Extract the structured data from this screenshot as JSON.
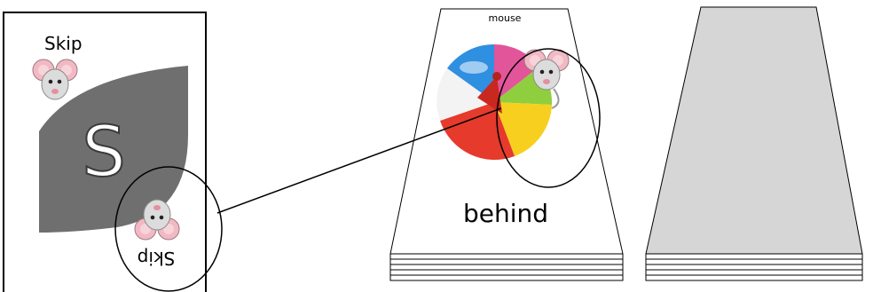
{
  "skip_card": {
    "top_label": "Skip",
    "center_symbol": "S",
    "bottom_label": "Skip"
  },
  "picture_card": {
    "top_label": "mouse",
    "word": "behind"
  },
  "colors": {
    "leaf": "#6f6f6f",
    "card_border": "#000000",
    "blank_card_fill": "#d6d6d6",
    "ball_red": "#e53a2c",
    "ball_yellow": "#f7cf1f",
    "ball_green": "#8fcf3f",
    "ball_blue": "#2f8fe0",
    "ball_pink": "#e2559a",
    "mouse_body": "#d9d9d9",
    "mouse_ear": "#f2b9c4"
  },
  "icons": [
    "mouse-icon",
    "beach-ball-icon",
    "callout-circle"
  ]
}
